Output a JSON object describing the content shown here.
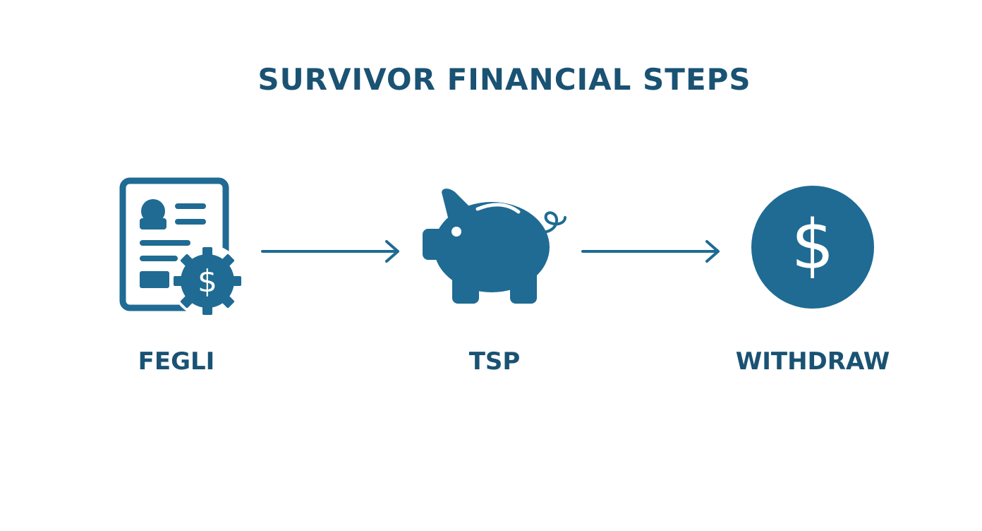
{
  "title": "SURVIVOR FINANCIAL STEPS",
  "colors": {
    "primary": "#1f6b93",
    "text": "#1a5273",
    "background": "#ffffff"
  },
  "steps": [
    {
      "label": "FEGLI",
      "icon": "policy-document-dollar-gear-icon"
    },
    {
      "label": "TSP",
      "icon": "piggy-bank-icon"
    },
    {
      "label": "WITHDRAW",
      "icon": "dollar-coin-icon"
    }
  ],
  "connectors": [
    {
      "from": "FEGLI",
      "to": "TSP"
    },
    {
      "from": "TSP",
      "to": "WITHDRAW"
    }
  ]
}
